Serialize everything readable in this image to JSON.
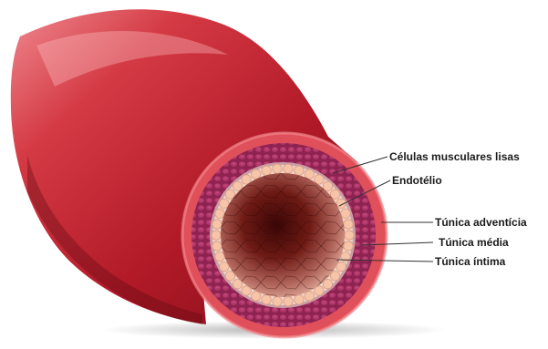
{
  "diagram": {
    "labels": {
      "smooth_muscle": "Células musculares lisas",
      "endothelium": "Endotélio",
      "adventitia": "Túnica adventícia",
      "media": "Túnica média",
      "intima": "Túnica íntima"
    },
    "colors": {
      "vessel_dark": "#8a0f1c",
      "vessel_mid": "#c2232f",
      "vessel_light": "#ee7a80",
      "adventitia": "#e0505a",
      "media": "#8e2250",
      "media_cells": "#b0386a",
      "basement": "#c9a0a8",
      "endothelial_cells": "#f6c4a8",
      "lumen_outer": "#d2907a",
      "lumen_inner": "#3a0606",
      "leader_line": "#333333"
    }
  }
}
